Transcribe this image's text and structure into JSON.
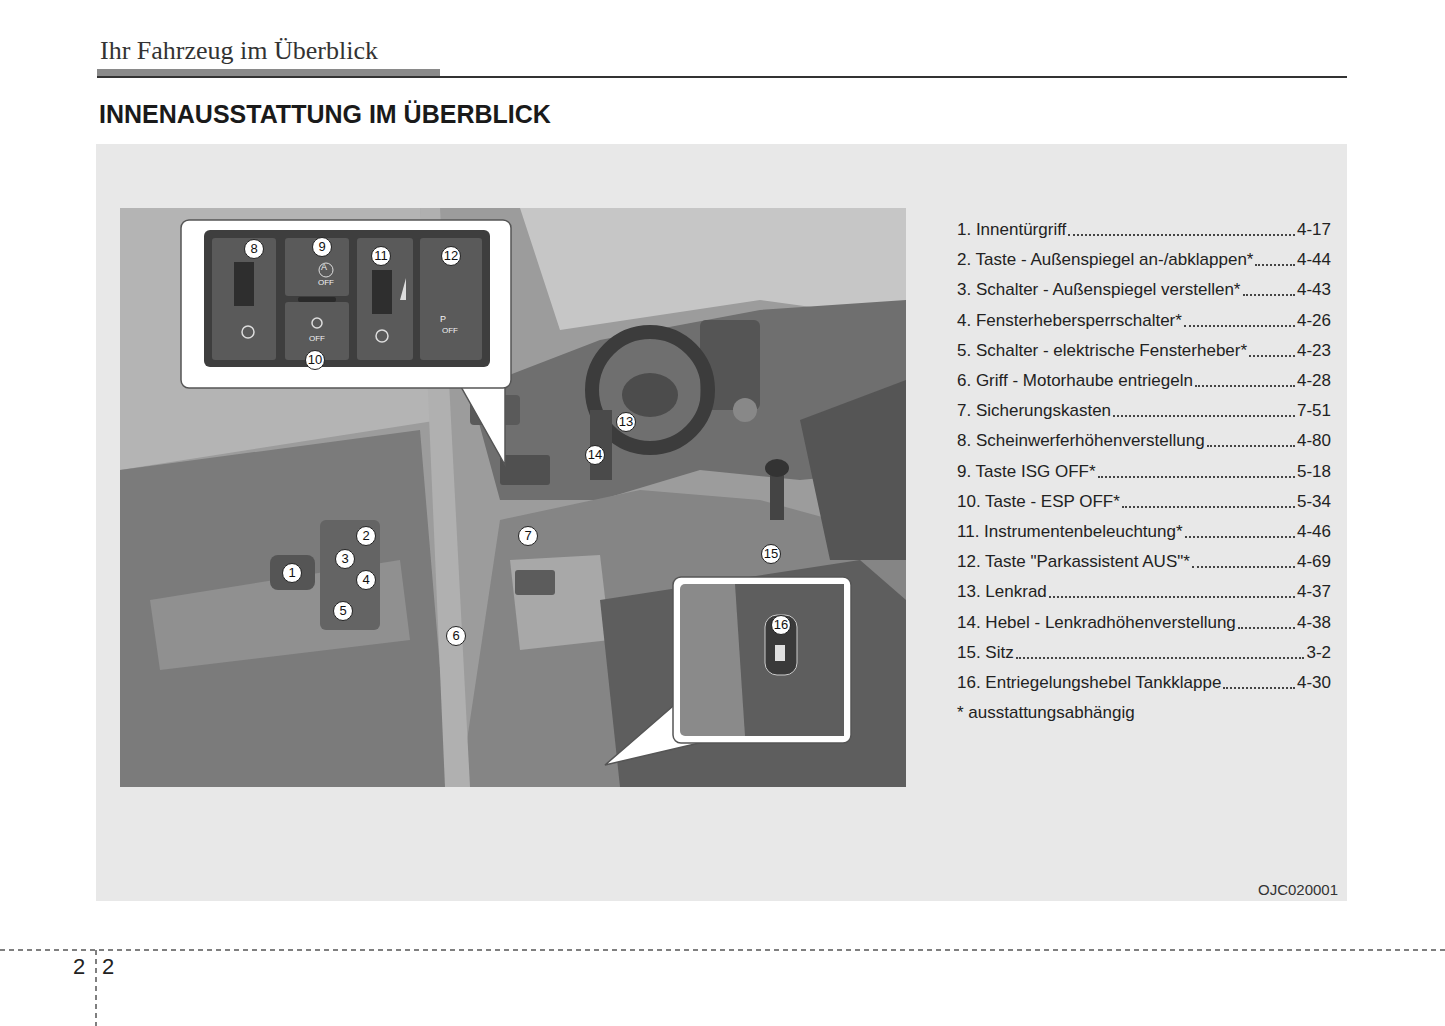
{
  "diagram": {
    "title": "INNENAUSSTATTUNG IM ÜBERBLICK",
    "labels": [
      "Ihr Fahrzeug im Überblick",
      "1",
      "2",
      "3",
      "4",
      "5",
      "6",
      "7",
      "8",
      "9",
      "10",
      "11",
      "12",
      "13",
      "14",
      "15",
      "16",
      "A",
      "OFF",
      "OFF",
      "P",
      "OFF",
      "1. Innentürgriff",
      "4-17",
      "2. Taste - Außenspiegel an-/abklappen*",
      "4-44",
      "3. Schalter - Außenspiegel verstellen*",
      "4-43",
      "4. Fensterhebersperrschalter*",
      "4-26",
      "5. Schalter - elektrische Fensterheber*",
      "4-23",
      "6. Griff - Motorhaube entriegeln",
      "4-28",
      "7. Sicherungskasten",
      "7-51",
      "8. Scheinwerferhöhenverstellung",
      "4-80",
      "9. Taste ISG OFF*",
      "5-18",
      "10. Taste - ESP OFF*",
      "5-34",
      "11. Instrumentenbeleuchtung*",
      "4-46",
      "12. Taste \"Parkassistent AUS\"*",
      "4-69",
      "13. Lenkrad",
      "4-37",
      "14. Hebel - Lenkradhöhenverstellung",
      "4-38",
      "15. Sitz",
      "3-2",
      "16. Entriegelungshebel Tankklappe",
      "4-30",
      "* ausstattungsabhängig",
      "OJC020001",
      "2",
      "2"
    ]
  }
}
